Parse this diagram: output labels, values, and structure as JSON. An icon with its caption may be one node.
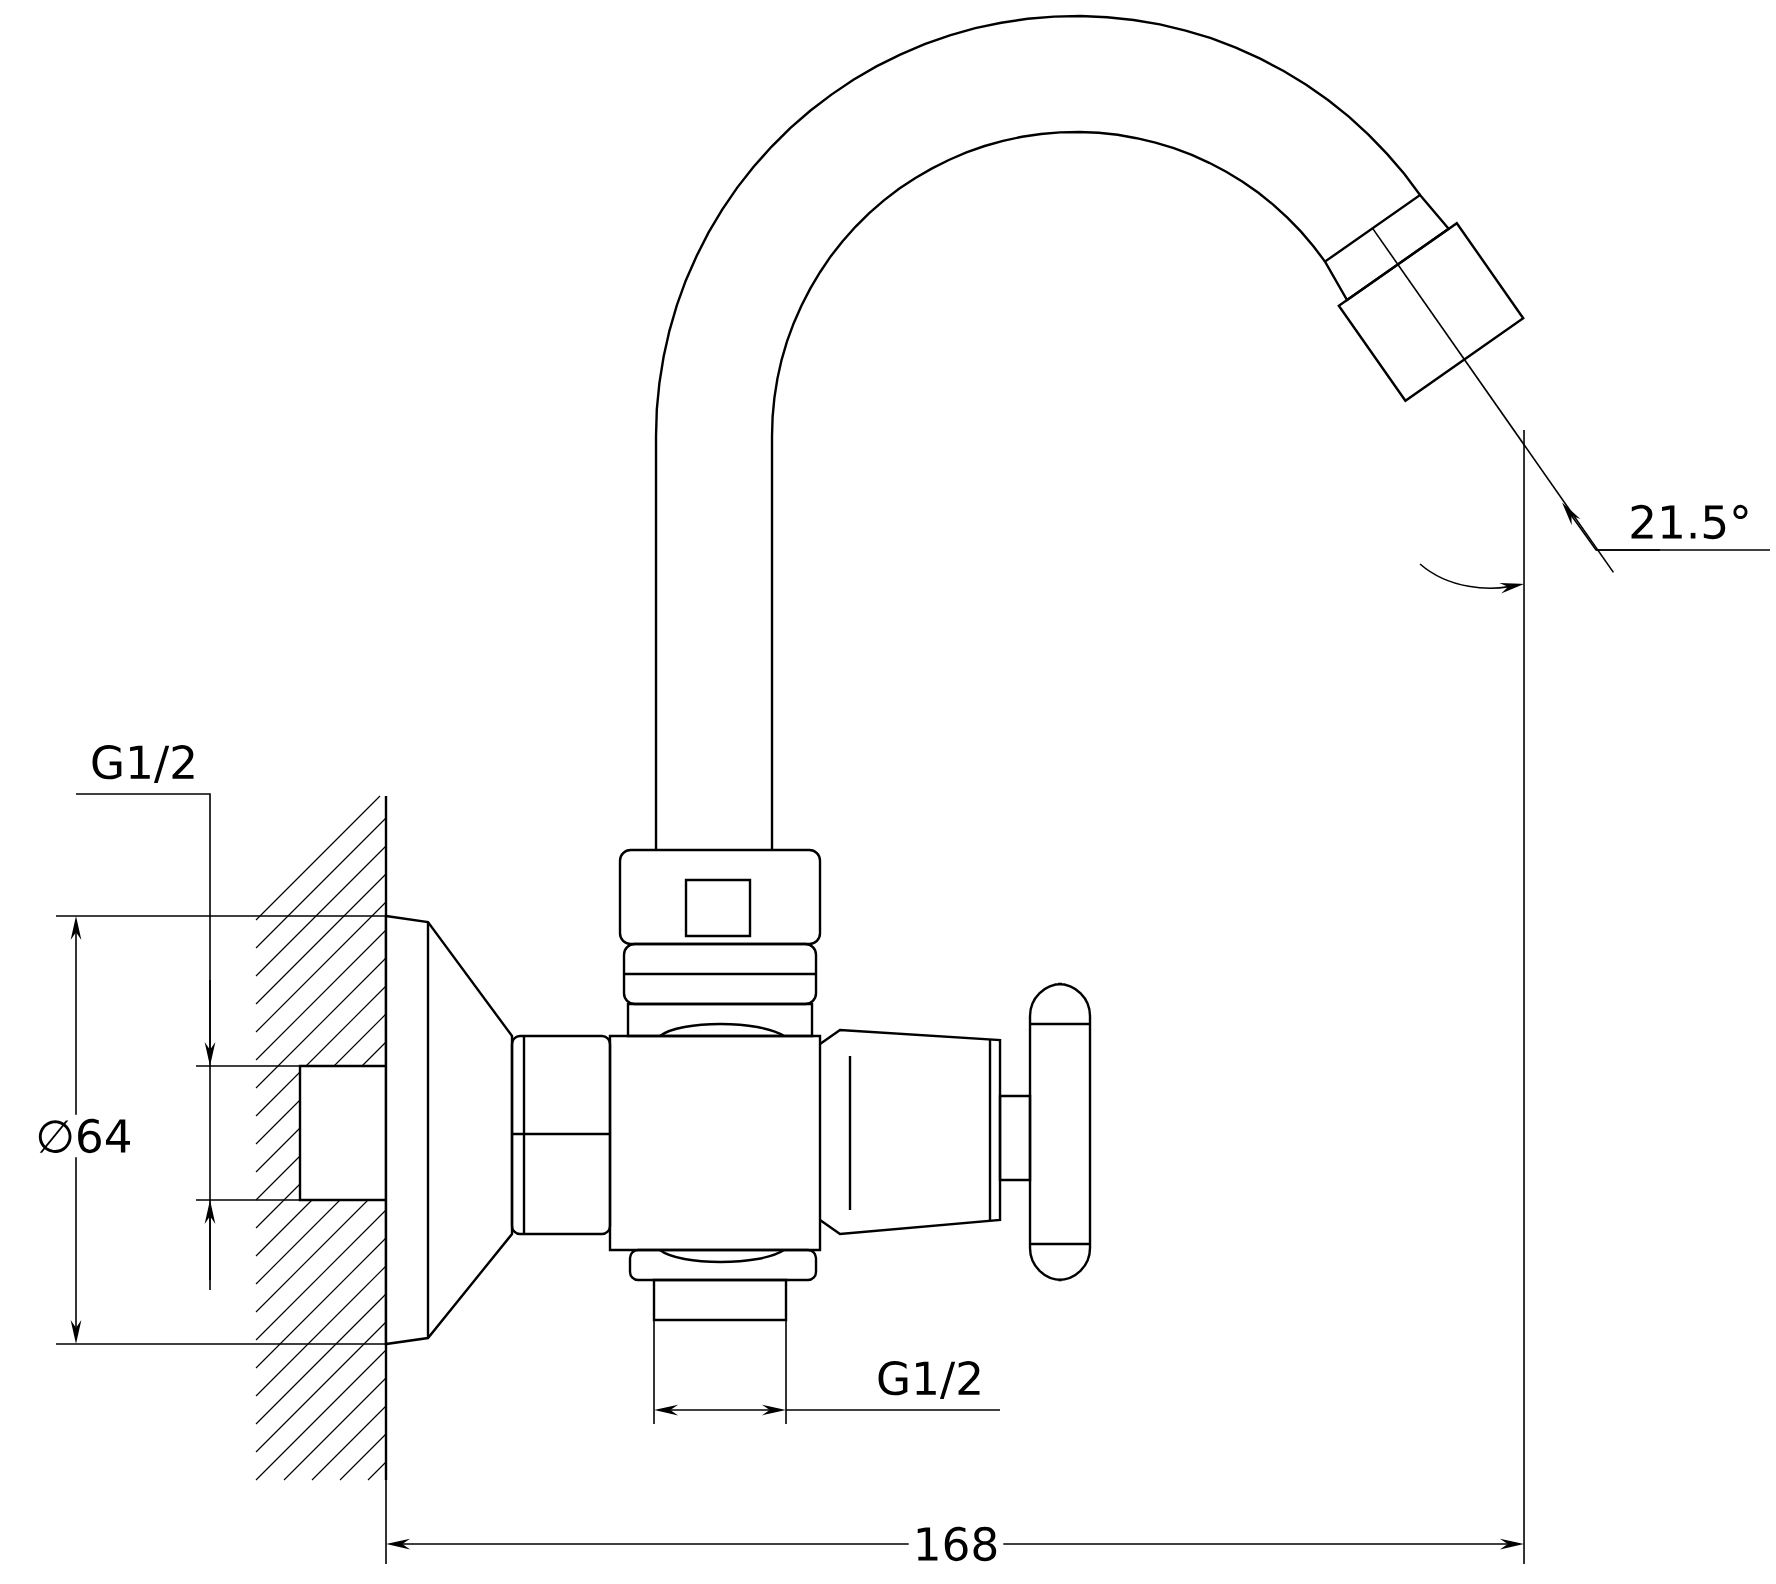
{
  "diagram": {
    "labels": [
      "G1/2",
      "∅64",
      "G1/2",
      "168",
      "21.5°"
    ]
  }
}
